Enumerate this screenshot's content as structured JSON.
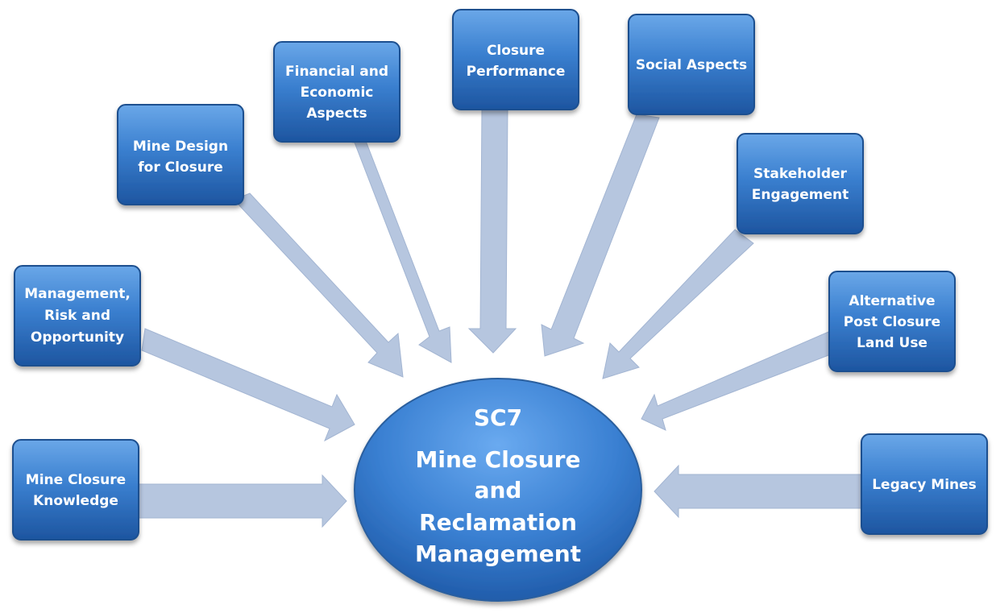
{
  "center": {
    "code": "SC7",
    "title_lines": [
      "Mine Closure",
      "and",
      "Reclamation",
      "Management"
    ]
  },
  "nodes": [
    {
      "id": "mine-closure-knowledge",
      "lines": [
        "Mine Closure",
        "Knowledge"
      ]
    },
    {
      "id": "management-risk-opportunity",
      "lines": [
        "Management,",
        "Risk and",
        "Opportunity"
      ]
    },
    {
      "id": "mine-design-for-closure",
      "lines": [
        "Mine Design",
        "for Closure"
      ]
    },
    {
      "id": "financial-economic-aspects",
      "lines": [
        "Financial and",
        "Economic",
        "Aspects"
      ]
    },
    {
      "id": "closure-performance",
      "lines": [
        "Closure",
        "Performance"
      ]
    },
    {
      "id": "social-aspects",
      "lines": [
        "Social Aspects"
      ]
    },
    {
      "id": "stakeholder-engagement",
      "lines": [
        "Stakeholder",
        "Engagement"
      ]
    },
    {
      "id": "alternative-post-closure-land-use",
      "lines": [
        "Alternative",
        "Post Closure",
        "Land Use"
      ]
    },
    {
      "id": "legacy-mines",
      "lines": [
        "Legacy Mines"
      ]
    }
  ],
  "colors": {
    "box_top": "#5a9be0",
    "box_bottom": "#1f5aa6",
    "arrow": "#b6c6df",
    "center_top": "#5aa0e6",
    "center_bottom": "#1d5aa8"
  }
}
